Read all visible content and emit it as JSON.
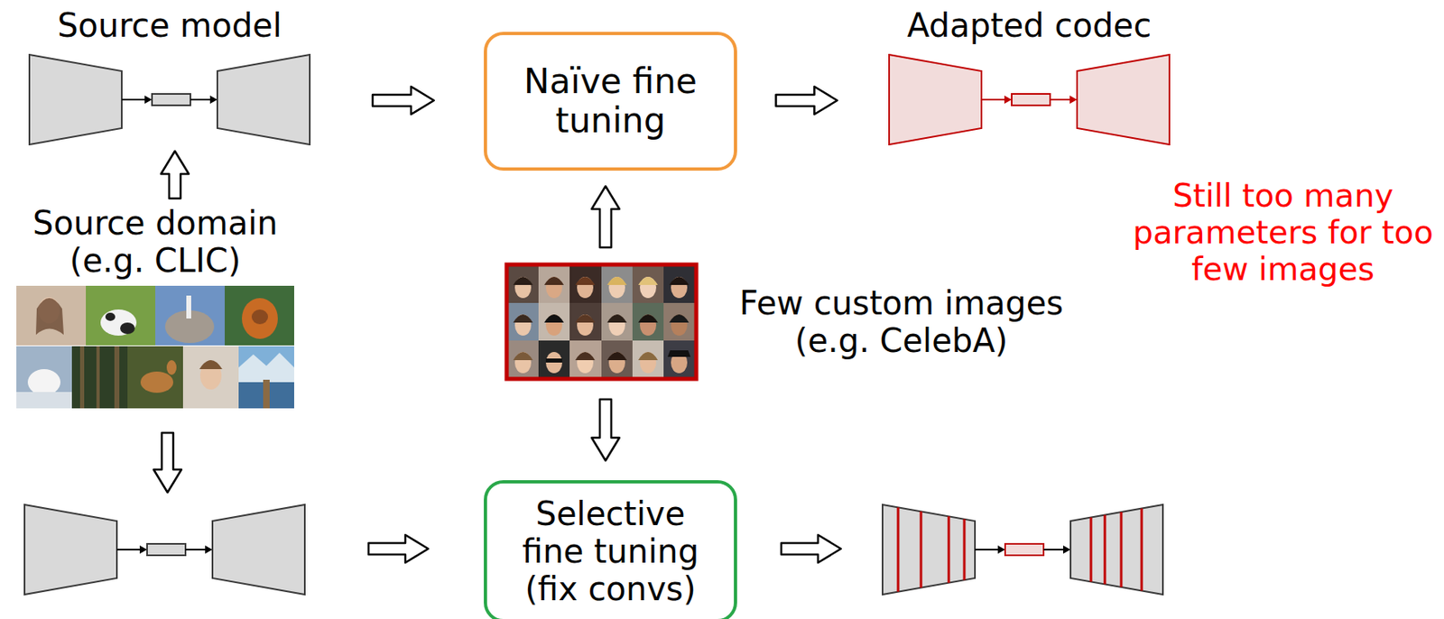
{
  "diagram": {
    "nodes": [
      {
        "text": [
          "Source model"
        ]
      },
      {
        "text": [
          "Naïve fine tuning"
        ]
      },
      {
        "text": [
          "Adapted codec"
        ]
      },
      {
        "text": [
          "Source domain (e.g. CLIC)"
        ]
      },
      {
        "text": [
          "Few custom images (e.g. CelebA)"
        ]
      },
      {
        "text": [
          "Selective fine tuning (fix convs)"
        ]
      }
    ],
    "edges": [
      {
        "from": 0,
        "to": 1,
        "arrow": "to"
      },
      {
        "from": 1,
        "to": 2,
        "arrow": "to"
      },
      {
        "from": 3,
        "to": 0,
        "arrow": "to"
      },
      {
        "from": 4,
        "to": 1,
        "arrow": "to"
      },
      {
        "from": 4,
        "to": 5,
        "arrow": "to"
      }
    ],
    "labels": [
      "Still too many parameters for too few images"
    ]
  }
}
